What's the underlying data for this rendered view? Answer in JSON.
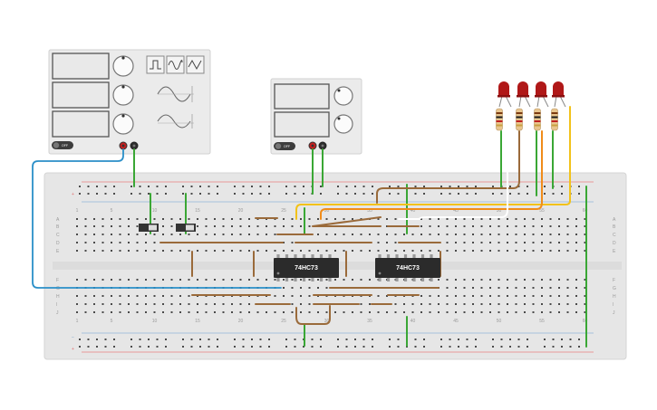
{
  "colors": {
    "board": "#e6e6e6",
    "board_edge": "#d4d4d4",
    "hole": "#4a4a4a",
    "rail_red": "#e88080",
    "rail_blue": "#8fb4d9",
    "wire_green": "#3aa735",
    "wire_brown": "#9a6a3a",
    "wire_blue": "#2a8fc8",
    "wire_yellow": "#f2c21a",
    "wire_orange": "#f08c1a",
    "wire_white": "#ffffff",
    "chip": "#2b2b2b",
    "led_red": "#b01818",
    "device_body": "#ebebeb",
    "display": "#e9e9e9"
  },
  "function_generator": {
    "button_label": "OFF",
    "waveform_icons": [
      "square-wave-icon",
      "sine-wave-icon",
      "triangle-wave-icon"
    ]
  },
  "power_supply": {
    "button_label": "OFF"
  },
  "chips": [
    {
      "label": "74HC73"
    },
    {
      "label": "74HC73"
    }
  ],
  "breadboard": {
    "row_labels_top": [
      "A",
      "B",
      "C",
      "D",
      "E"
    ],
    "row_labels_bottom": [
      "F",
      "G",
      "H",
      "I",
      "J"
    ],
    "column_numbers": [
      "1",
      "5",
      "10",
      "15",
      "20",
      "25",
      "30",
      "35",
      "40",
      "45",
      "50",
      "55",
      "60"
    ],
    "rail_plus": "+",
    "rail_minus": "−"
  },
  "leds": {
    "count": 4,
    "color": "red"
  }
}
